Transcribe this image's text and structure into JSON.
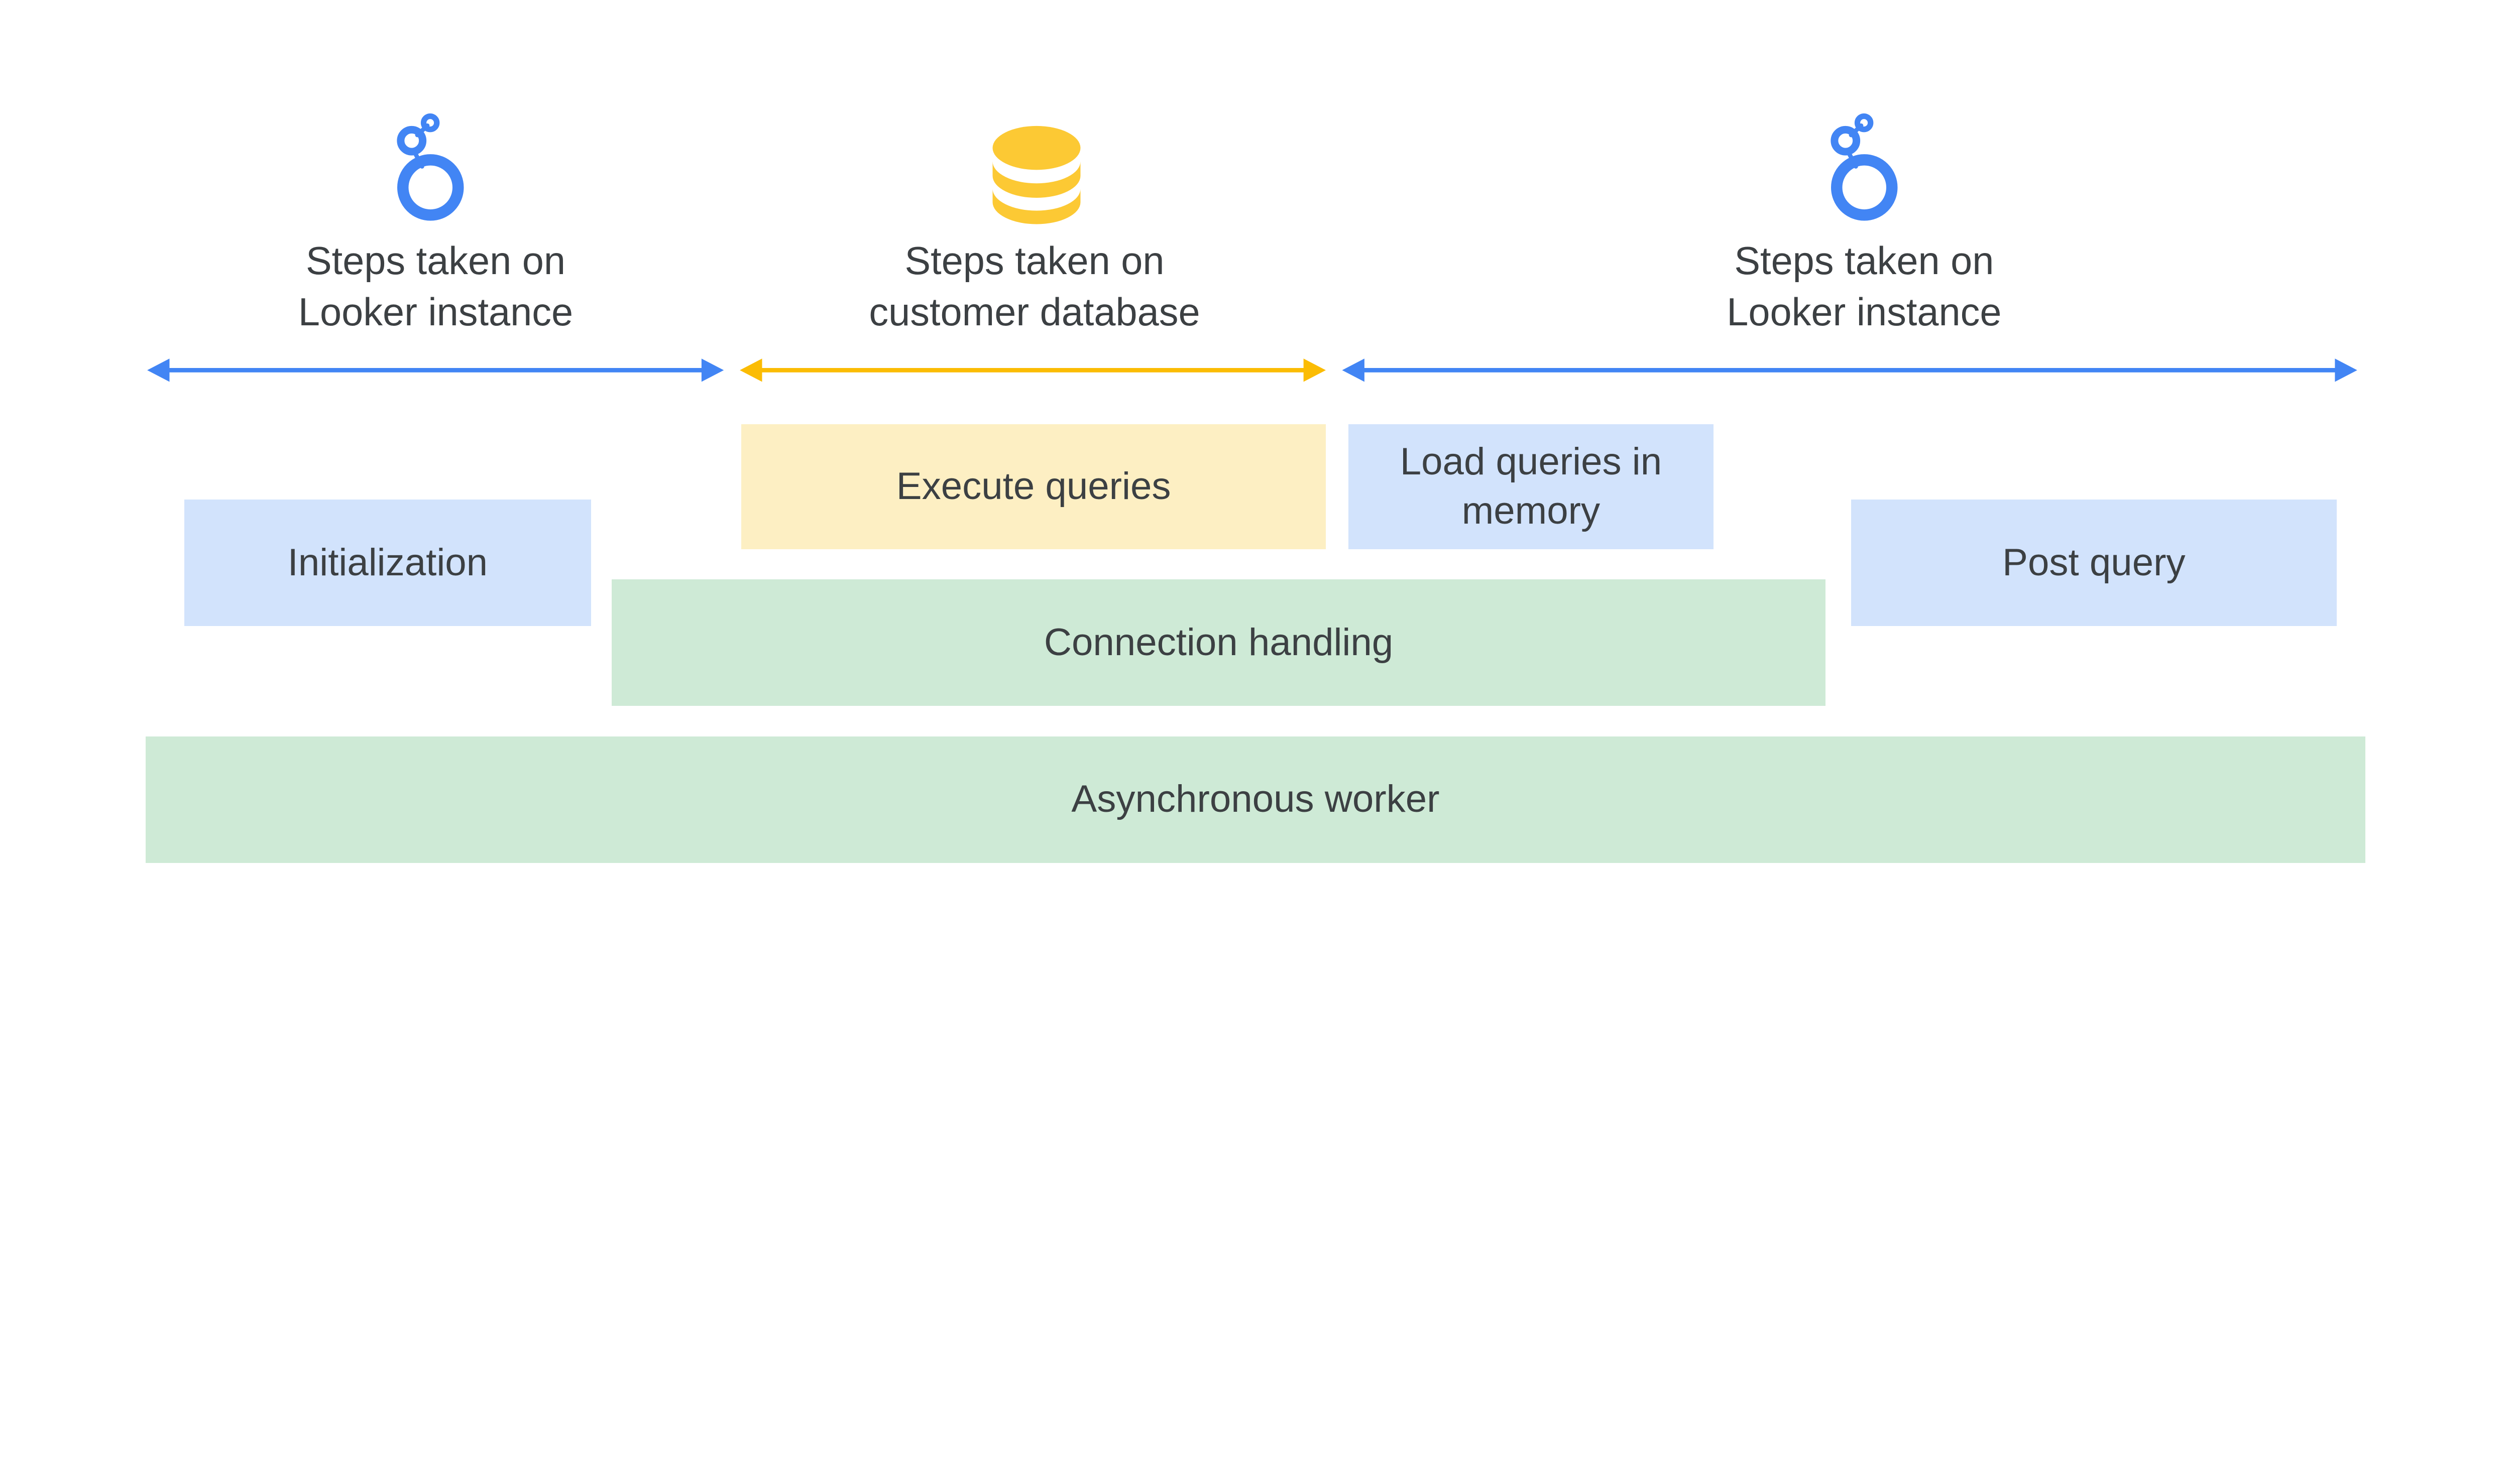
{
  "headers": [
    {
      "icon": "looker-logo-icon",
      "text": "Steps taken on\nLooker instance"
    },
    {
      "icon": "database-icon",
      "text": "Steps taken on\ncustomer database"
    },
    {
      "icon": "looker-logo-icon",
      "text": "Steps taken on\nLooker instance"
    }
  ],
  "boxes": {
    "initialization": "Initialization",
    "execute_queries": "Execute queries",
    "load_queries": "Load queries in\nmemory",
    "post_query": "Post query",
    "connection_handling": "Connection handling",
    "asynchronous_worker": "Asynchronous worker"
  },
  "colors": {
    "looker_blue": "#4285f4",
    "database_yellow": "#fbbc04",
    "blue_box": "#d2e3fc",
    "yellow_box": "#fdefc3",
    "green_box": "#ceead6",
    "text": "#3c4043"
  }
}
